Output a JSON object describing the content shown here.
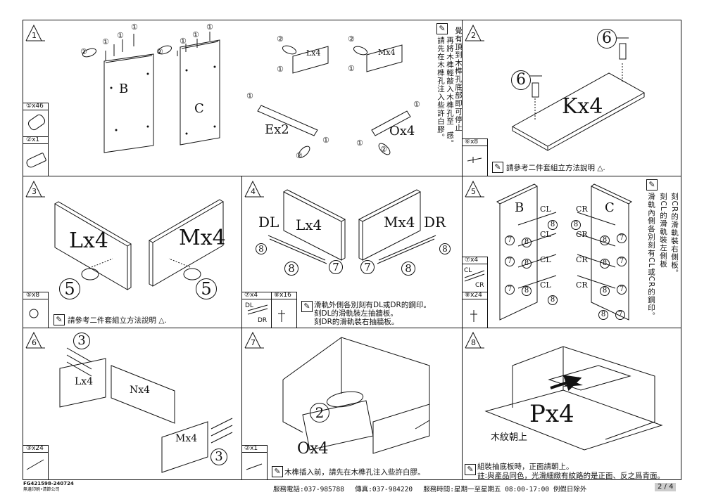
{
  "steps": {
    "s1": {
      "number": "1",
      "panel_b": "B",
      "panel_c": "C",
      "panel_lx4": "Lx4",
      "panel_mx4": "Mx4",
      "panel_ex2": "Ex2",
      "panel_ox4": "Ox4",
      "parts": [
        {
          "label": "①x46"
        },
        {
          "label": "②x1"
        }
      ],
      "callout_1": "①",
      "callout_2": "②",
      "vertical_note_col1": "請先在木榫孔注入些許白膠。",
      "vertical_note_col2": "再將木榫輕敲入木榫孔至",
      "vertical_note_col3": "覺有頂到木榫孔底部即可停止",
      "vertical_note_col3b": "感。"
    },
    "s2": {
      "number": "2",
      "panel": "Kx4",
      "callout": "6",
      "part": "⑥x8",
      "note": "請參考二件套組立方法說明"
    },
    "s3": {
      "number": "3",
      "panel_l": "Lx4",
      "panel_m": "Mx4",
      "callout": "5",
      "part": "⑤x8",
      "note": "請參考二件套組立方法說明"
    },
    "s4": {
      "number": "4",
      "dl": "DL",
      "dr": "DR",
      "panel_l": "Lx4",
      "panel_m": "Mx4",
      "callout_7": "7",
      "callout_8": "8",
      "part_7": "⑦x4",
      "part_8": "⑧x16",
      "part_dl": "DL",
      "part_dr": "DR",
      "note_line1": "滑軌外側各別刻有DL或DR的鋼印。",
      "note_line2": "刻DL的滑軌裝左抽牆板。",
      "note_line3": "刻DR的滑軌裝右抽牆板。"
    },
    "s5": {
      "number": "5",
      "panel_b": "B",
      "panel_c": "C",
      "cl": "CL",
      "cr": "CR",
      "callout_7": "7",
      "callout_8": "8",
      "part_7": "⑦x4",
      "part_cl": "CL",
      "part_cr": "CR",
      "part_8": "⑧x24",
      "vertical_note": [
        "滑軌內側各別刻有CL或CR的鋼印。",
        "刻CL的滑軌裝左側板",
        "刻CR的滑軌裝右側板。"
      ]
    },
    "s6": {
      "number": "6",
      "panel_l": "Lx4",
      "panel_n": "Nx4",
      "panel_m": "Mx4",
      "callout": "3",
      "part": "③x24"
    },
    "s7": {
      "number": "7",
      "panel_o": "Ox4",
      "callout": "2",
      "part": "②x1",
      "note": "木榫插入前，請先在木榫孔注入些許白膠。"
    },
    "s8": {
      "number": "8",
      "panel": "Px4",
      "wood_grain": "木紋朝上",
      "note_line1": "組裝抽底板時，正面請朝上。",
      "note_line2": "註:與產品同色，光滑細緻有紋路的是正面、反之爲背面。"
    }
  },
  "footer": {
    "code_line1": "FG421598-240724",
    "code_line2": "無邊印刷•清節公司",
    "service": "服務電話:037-985788　 傳真:037-984220　 服務時間:星期一至星期五 08:00-17:00 例假日除外",
    "page": "2 / 4"
  }
}
